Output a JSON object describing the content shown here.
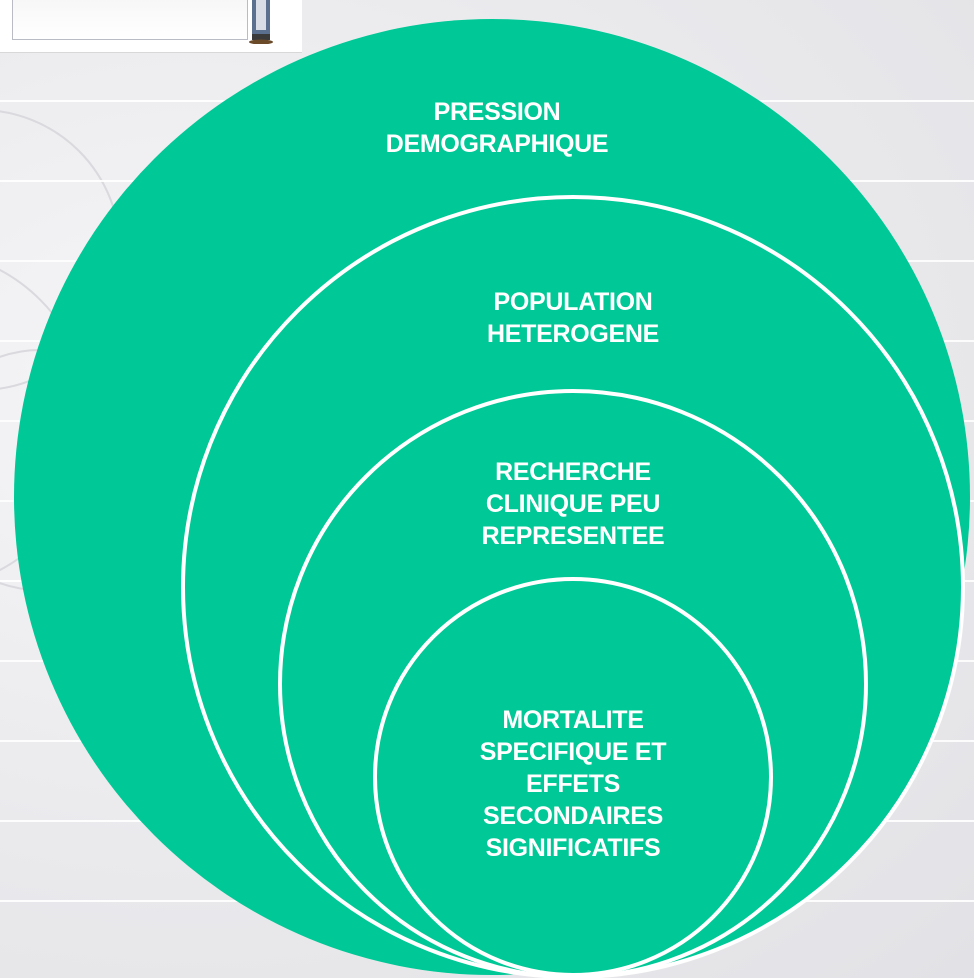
{
  "diagram": {
    "type": "nested-circles",
    "fill_color": "#00c896",
    "border_color": "#ffffff",
    "rings": [
      {
        "label_lines": [
          "PRESSION",
          "DEMOGRAPHIQUE"
        ]
      },
      {
        "label_lines": [
          "POPULATION",
          "HETEROGENE"
        ]
      },
      {
        "label_lines": [
          "RECHERCHE",
          "CLINIQUE PEU",
          "REPRESENTEE"
        ]
      },
      {
        "label_lines": [
          "MORTALITE",
          "SPECIFIQUE ET",
          "EFFETS",
          "SECONDAIRES",
          "SIGNIFICATIFS"
        ]
      }
    ]
  }
}
